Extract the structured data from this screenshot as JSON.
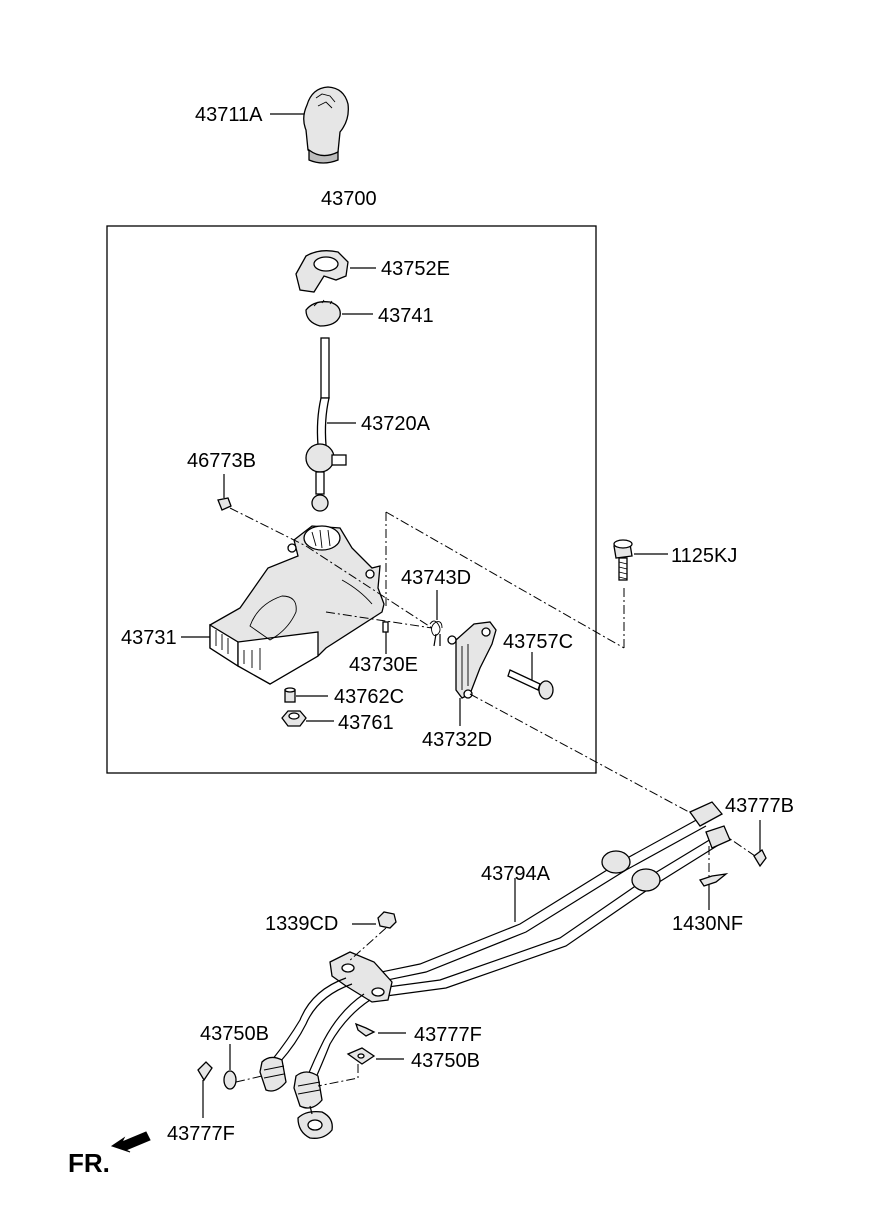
{
  "labels": {
    "knob": "43711A",
    "assembly": "43700",
    "boot_retainer": "43752E",
    "bushing": "43741",
    "lever": "43720A",
    "clip_46773B": "46773B",
    "bolt_1125KJ": "1125KJ",
    "spring": "43743D",
    "housing": "43731",
    "pin_43757C": "43757C",
    "pin_43730E": "43730E",
    "collar": "43762C",
    "nut": "43761",
    "bracket": "43732D",
    "clip_43777B": "43777B",
    "cable": "43794A",
    "washer_1430NF": "1430NF",
    "nut_1339CD": "1339CD",
    "washer_left": "43750B",
    "clip_right": "43777F",
    "washer_right": "43750B",
    "clip_left": "43777F",
    "front": "FR."
  }
}
